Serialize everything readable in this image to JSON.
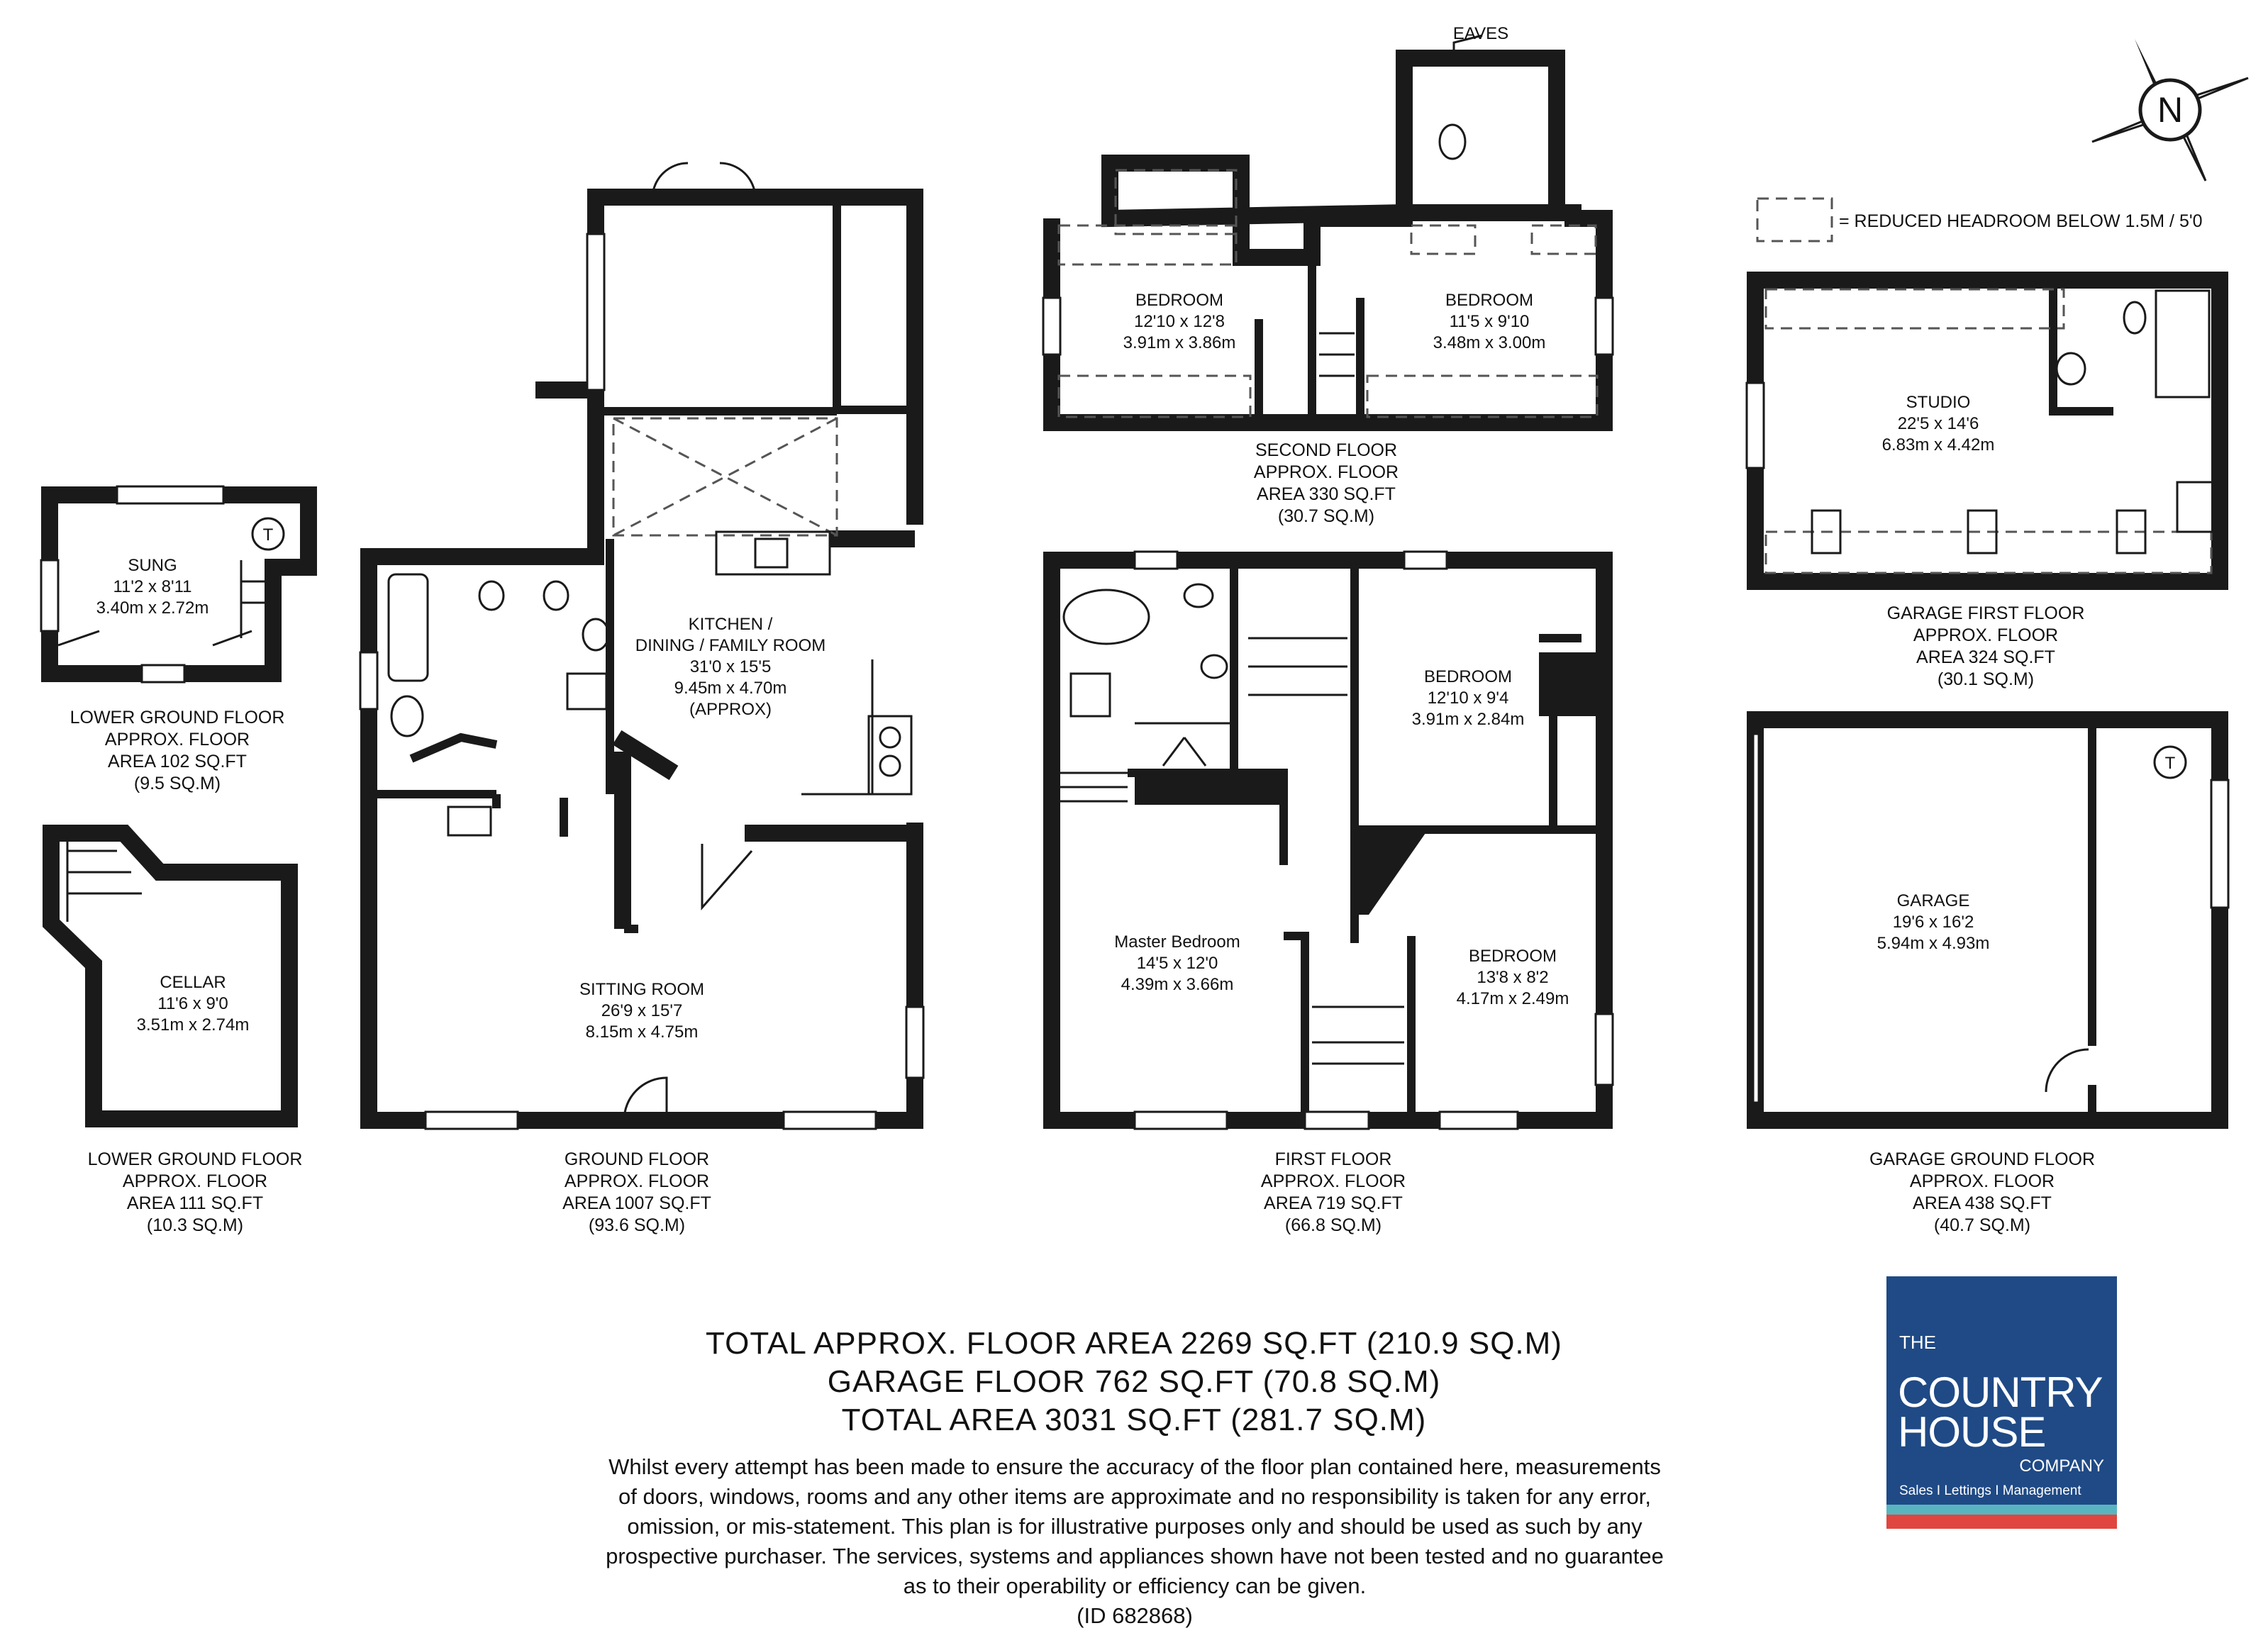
{
  "colors": {
    "wall": "#1a1a1a",
    "text": "#111111",
    "brand": "#1f4a86",
    "stripe_teal": "#58b5bf",
    "stripe_red": "#e0463f"
  },
  "icons": {
    "compass": "north-compass-icon",
    "tank": "tank-t-icon"
  },
  "legend": {
    "text": "= REDUCED HEADROOM BELOW 1.5M / 5'0"
  },
  "compass": {
    "letter": "N"
  },
  "labels": {
    "eaves": "EAVES",
    "tank_symbol": "T"
  },
  "rooms": {
    "sung": {
      "name": "SUNG",
      "imperial": "11'2 x 8'11",
      "metric": "3.40m x 2.72m"
    },
    "cellar": {
      "name": "CELLAR",
      "imperial": "11'6 x 9'0",
      "metric": "3.51m x 2.74m"
    },
    "kitchen": {
      "name1": "KITCHEN /",
      "name2": "DINING / FAMILY ROOM",
      "imperial": "31'0 x 15'5",
      "metric": "9.45m x 4.70m",
      "note": "(APPROX)"
    },
    "sitting": {
      "name": "SITTING ROOM",
      "imperial": "26'9 x 15'7",
      "metric": "8.15m x 4.75m"
    },
    "bed2a": {
      "name": "BEDROOM",
      "imperial": "12'10 x 12'8",
      "metric": "3.91m x 3.86m"
    },
    "bed2b": {
      "name": "BEDROOM",
      "imperial": "11'5 x 9'10",
      "metric": "3.48m x 3.00m"
    },
    "bed1a": {
      "name": "BEDROOM",
      "imperial": "12'10 x 9'4",
      "metric": "3.91m x 2.84m"
    },
    "master": {
      "name": "Master Bedroom",
      "imperial": "14'5 x 12'0",
      "metric": "4.39m x 3.66m"
    },
    "bed1b": {
      "name": "BEDROOM",
      "imperial": "13'8 x 8'2",
      "metric": "4.17m x 2.49m"
    },
    "studio": {
      "name": "STUDIO",
      "imperial": "22'5 x 14'6",
      "metric": "6.83m x 4.42m"
    },
    "garage": {
      "name": "GARAGE",
      "imperial": "19'6 x 16'2",
      "metric": "5.94m x 4.93m"
    }
  },
  "captions": {
    "lg1": {
      "l1": "LOWER GROUND FLOOR",
      "l2": "APPROX. FLOOR",
      "l3": "AREA 102 SQ.FT",
      "l4": "(9.5 SQ.M)"
    },
    "lg2": {
      "l1": "LOWER GROUND FLOOR",
      "l2": "APPROX. FLOOR",
      "l3": "AREA 111 SQ.FT",
      "l4": "(10.3 SQ.M)"
    },
    "ground": {
      "l1": "GROUND FLOOR",
      "l2": "APPROX. FLOOR",
      "l3": "AREA 1007 SQ.FT",
      "l4": "(93.6 SQ.M)"
    },
    "second": {
      "l1": "SECOND FLOOR",
      "l2": "APPROX. FLOOR",
      "l3": "AREA 330 SQ.FT",
      "l4": "(30.7 SQ.M)"
    },
    "first": {
      "l1": "FIRST FLOOR",
      "l2": "APPROX. FLOOR",
      "l3": "AREA 719 SQ.FT",
      "l4": "(66.8 SQ.M)"
    },
    "garage_first": {
      "l1": "GARAGE FIRST FLOOR",
      "l2": "APPROX. FLOOR",
      "l3": "AREA 324 SQ.FT",
      "l4": "(30.1 SQ.M)"
    },
    "garage_ground": {
      "l1": "GARAGE GROUND FLOOR",
      "l2": "APPROX. FLOOR",
      "l3": "AREA 438 SQ.FT",
      "l4": "(40.7 SQ.M)"
    }
  },
  "totals": {
    "line1": "TOTAL APPROX. FLOOR AREA 2269 SQ.FT (210.9 SQ.M)",
    "line2": "GARAGE FLOOR 762 SQ.FT (70.8 SQ.M)",
    "line3": "TOTAL AREA 3031 SQ.FT (281.7 SQ.M)"
  },
  "disclaimer": {
    "l1": "Whilst every attempt has been made to ensure the accuracy of the floor plan contained here, measurements",
    "l2": "of doors, windows, rooms and any other items are approximate and no responsibility is taken for any error,",
    "l3": "omission, or mis-statement. This plan is for illustrative purposes only and should be used as such by any",
    "l4": "prospective purchaser. The services, systems and appliances shown have not been tested and no guarantee",
    "l5": "as to their operability or efficiency can be given.",
    "l6": "(ID 682868)"
  },
  "logo": {
    "the": "THE",
    "country": "COUNTRY",
    "house": "HOUSE",
    "company": "COMPANY",
    "tagline": "Sales  I  Lettings  I  Management"
  }
}
